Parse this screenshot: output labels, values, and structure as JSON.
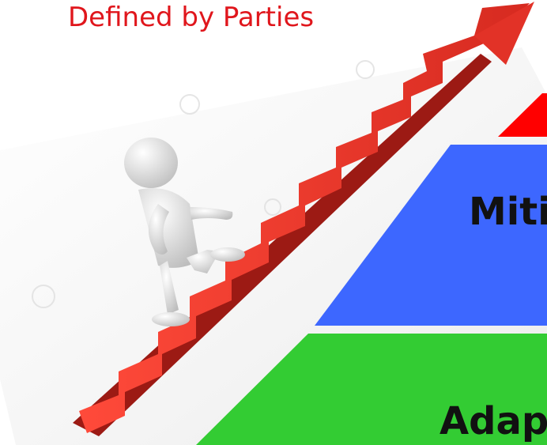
{
  "title": "Defined by Parties",
  "pyramid": {
    "top_band_color": "#ff0000",
    "middle_band": {
      "label": "Miti",
      "color": "#3d67ff"
    },
    "bottom_band": {
      "label": "Adap",
      "color": "#33cc33"
    }
  },
  "illustration": {
    "subject": "person-climbing-red-staircase",
    "stair_color": "#e8332b"
  }
}
